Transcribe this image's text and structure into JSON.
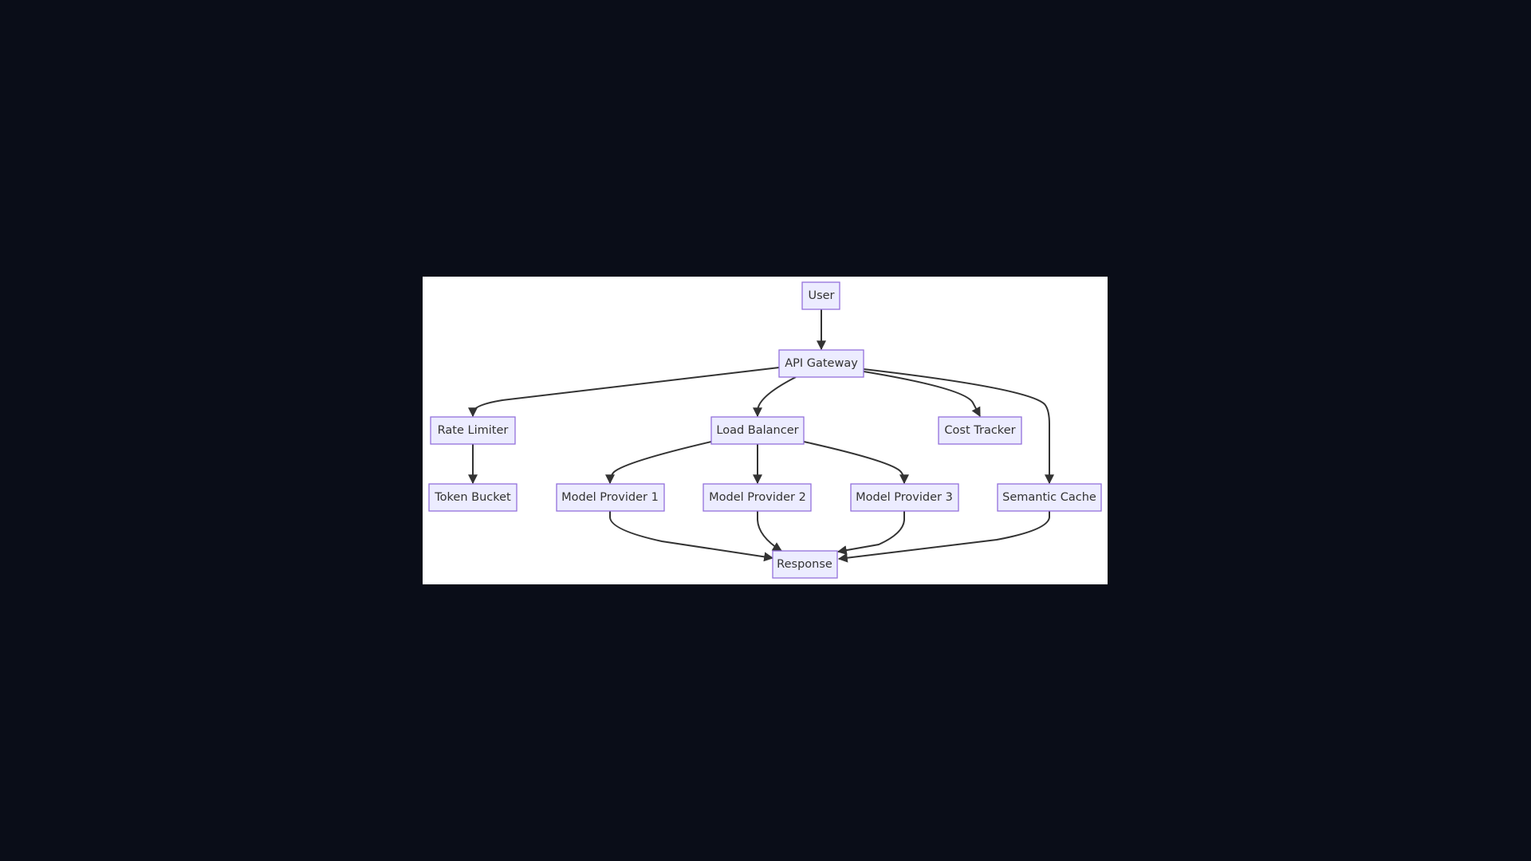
{
  "diagram": {
    "type": "flowchart",
    "direction": "TD",
    "colors": {
      "background": "#0a0d18",
      "canvas": "#ffffff",
      "node_fill": "#ECECFF",
      "node_stroke": "#9370DB",
      "edge": "#333333",
      "text": "#333333"
    },
    "nodes": [
      {
        "id": "user",
        "label": "User"
      },
      {
        "id": "gateway",
        "label": "API Gateway"
      },
      {
        "id": "rate_limiter",
        "label": "Rate Limiter"
      },
      {
        "id": "load_balancer",
        "label": "Load Balancer"
      },
      {
        "id": "cost_tracker",
        "label": "Cost Tracker"
      },
      {
        "id": "token_bucket",
        "label": "Token Bucket"
      },
      {
        "id": "provider1",
        "label": "Model Provider 1"
      },
      {
        "id": "provider2",
        "label": "Model Provider 2"
      },
      {
        "id": "provider3",
        "label": "Model Provider 3"
      },
      {
        "id": "semantic_cache",
        "label": "Semantic Cache"
      },
      {
        "id": "response",
        "label": "Response"
      }
    ],
    "edges": [
      {
        "from": "User",
        "to": "API Gateway"
      },
      {
        "from": "API Gateway",
        "to": "Rate Limiter"
      },
      {
        "from": "API Gateway",
        "to": "Load Balancer"
      },
      {
        "from": "API Gateway",
        "to": "Cost Tracker"
      },
      {
        "from": "API Gateway",
        "to": "Semantic Cache"
      },
      {
        "from": "Rate Limiter",
        "to": "Token Bucket"
      },
      {
        "from": "Load Balancer",
        "to": "Model Provider 1"
      },
      {
        "from": "Load Balancer",
        "to": "Model Provider 2"
      },
      {
        "from": "Load Balancer",
        "to": "Model Provider 3"
      },
      {
        "from": "Model Provider 1",
        "to": "Response"
      },
      {
        "from": "Model Provider 2",
        "to": "Response"
      },
      {
        "from": "Model Provider 3",
        "to": "Response"
      },
      {
        "from": "Semantic Cache",
        "to": "Response"
      }
    ]
  }
}
